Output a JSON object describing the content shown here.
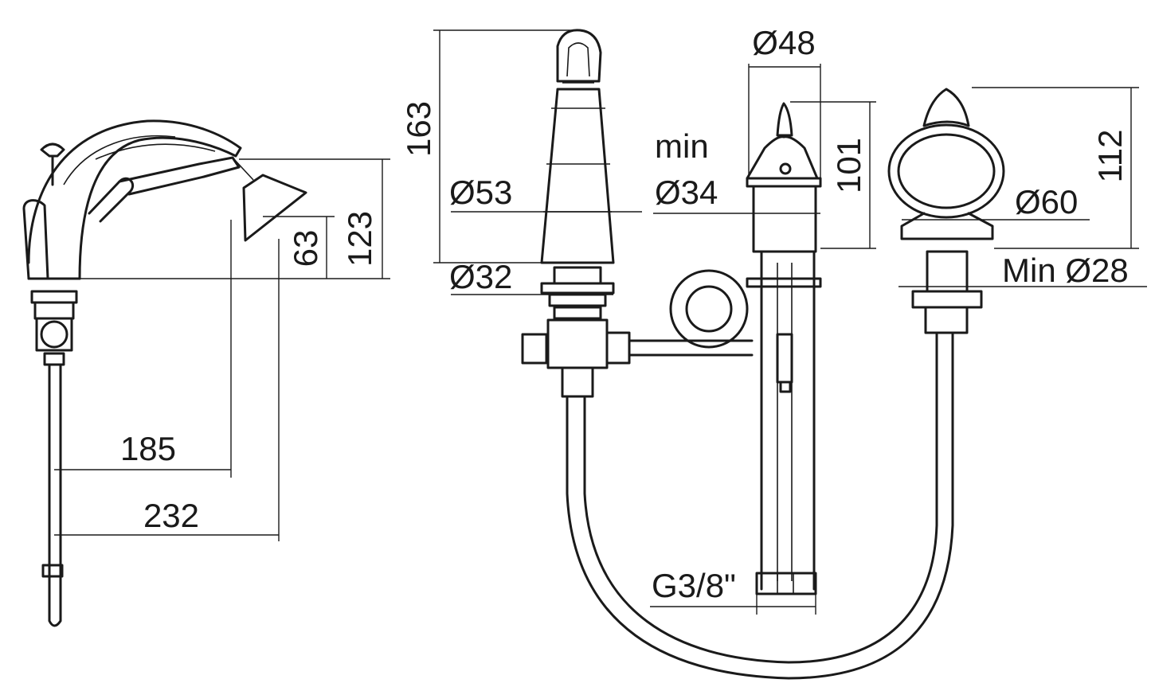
{
  "colors": {
    "line": "#1a1a1a",
    "background": "#ffffff"
  },
  "side_view": {
    "h_123": "123",
    "h_63": "63",
    "w_185": "185",
    "w_232": "232"
  },
  "spout_view": {
    "h_163": "163",
    "d_53": "Ø53",
    "d_32": "Ø32"
  },
  "handle_view": {
    "d_48": "Ø48",
    "min_word": "min",
    "d_34": "Ø34",
    "h_101": "101",
    "thread": "G3/8\""
  },
  "shower_view": {
    "h_112": "112",
    "d_60": "Ø60",
    "min_d_28": "Min Ø28"
  }
}
